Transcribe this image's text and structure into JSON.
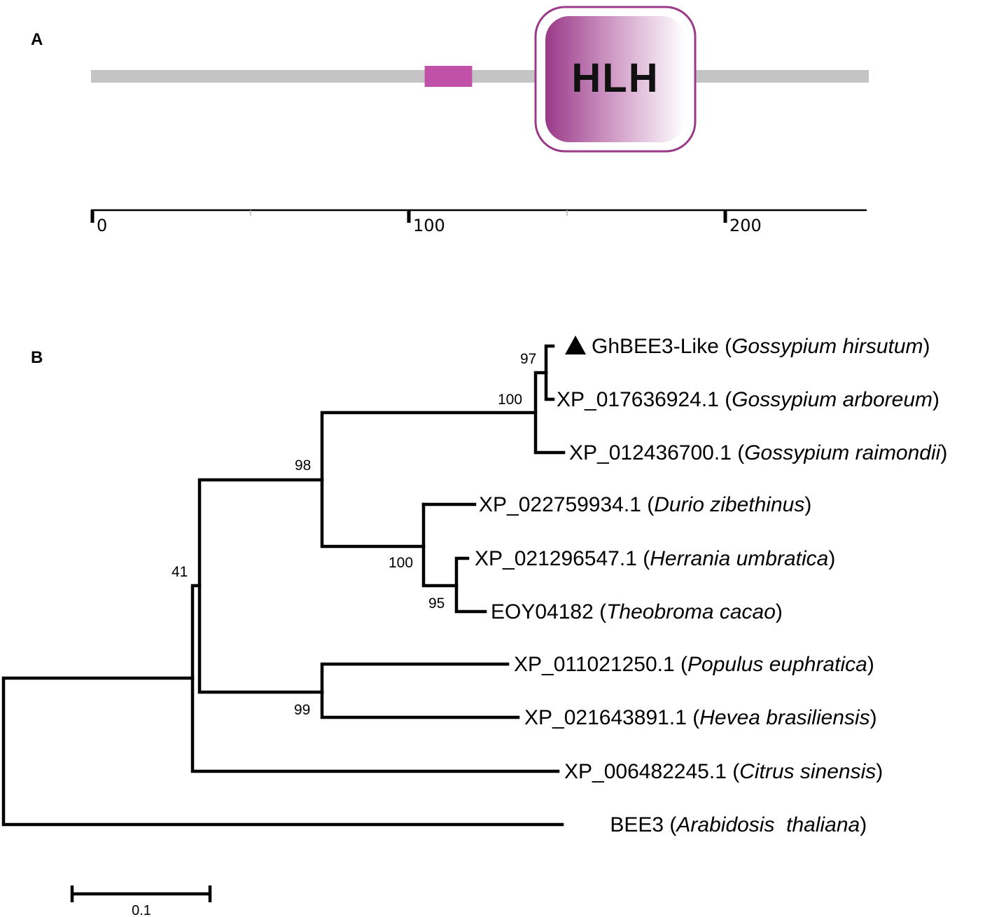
{
  "panel_a": {
    "label": "A",
    "protein_length": 245,
    "motif": {
      "start": 105,
      "end": 120,
      "color": "#c050a8"
    },
    "domain": {
      "name": "HLH",
      "start": 140,
      "end": 190,
      "color": "#9a3a88"
    },
    "axis_ticks": [
      {
        "value": 0,
        "label": "0"
      },
      {
        "value": 100,
        "label": "100"
      },
      {
        "value": 200,
        "label": "200"
      }
    ]
  },
  "panel_b": {
    "label": "B",
    "leaves": [
      {
        "id": "L1",
        "accession": "GhBEE3-Like",
        "species": "Gossypium hirsutum",
        "marker": "triangle"
      },
      {
        "id": "L2",
        "accession": "XP_017636924.1",
        "species": "Gossypium arboreum"
      },
      {
        "id": "L3",
        "accession": "XP_012436700.1",
        "species": "Gossypium raimondii"
      },
      {
        "id": "L4",
        "accession": "XP_022759934.1",
        "species": "Durio zibethinus"
      },
      {
        "id": "L5",
        "accession": "XP_021296547.1",
        "species": "Herrania umbratica"
      },
      {
        "id": "L6",
        "accession": "EOY04182",
        "species": "Theobroma cacao"
      },
      {
        "id": "L7",
        "accession": "XP_011021250.1",
        "species": "Populus euphratica"
      },
      {
        "id": "L8",
        "accession": "XP_021643891.1",
        "species": "Hevea brasiliensis"
      },
      {
        "id": "L9",
        "accession": "XP_006482245.1",
        "species": "Citrus sinensis"
      },
      {
        "id": "L10",
        "accession": "BEE3",
        "species": "Arabidosis  thaliana"
      }
    ],
    "bootstrap": {
      "n_gossypium_ha": "97",
      "n_gossypium": "100",
      "n_upper": "98",
      "n_mid": "100",
      "n_herrania_theobroma": "95",
      "n_core": "41",
      "n_populus_hevea": "99"
    },
    "scale_bar": {
      "value": 0.1,
      "label": "0.1"
    }
  }
}
